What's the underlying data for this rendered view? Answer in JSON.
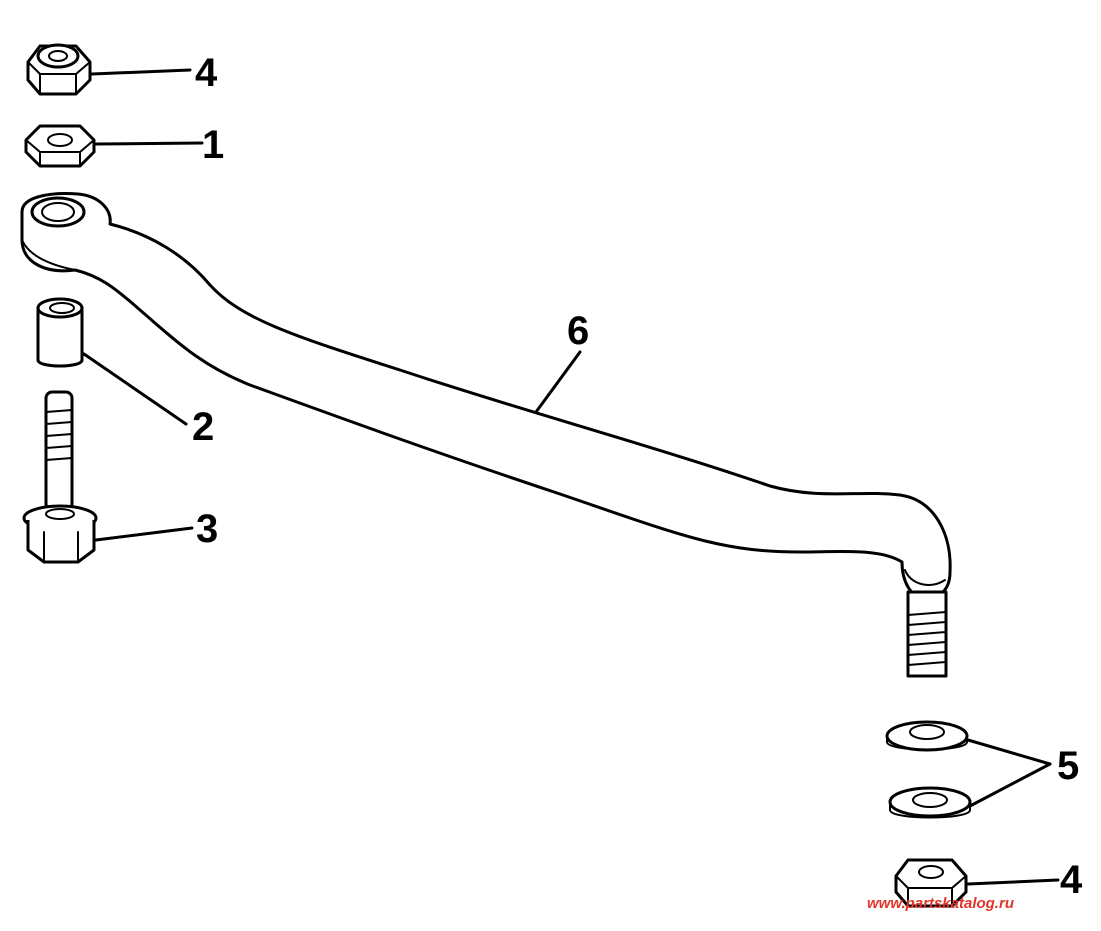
{
  "callouts": {
    "top_lock_nut": "4",
    "hex_nut": "1",
    "spacer": "2",
    "bolt": "3",
    "link_rod": "6",
    "washers": "5",
    "bottom_lock_nut": "4"
  },
  "watermark": "www.partskatalog.ru",
  "colors": {
    "line": "#000000",
    "background": "#ffffff",
    "watermark": "#e0352b"
  }
}
